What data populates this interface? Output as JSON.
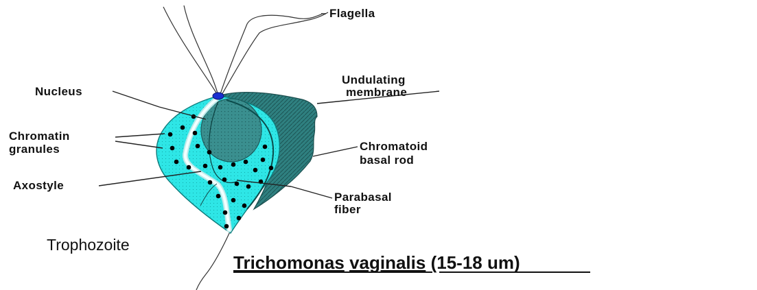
{
  "labels": {
    "flagella": "Flagella",
    "undulating_membrane_line1": "Undulating",
    "undulating_membrane_line2": "membrane",
    "nucleus": "Nucleus",
    "chromatin_line1": "Chromatin",
    "chromatin_line2": "granules",
    "chromatoid_line1": "Chromatoid",
    "chromatoid_line2": "basal rod",
    "axostyle": "Axostyle",
    "parabasal_line1": "Parabasal",
    "parabasal_line2": "fiber",
    "stage": "Trophozoite"
  },
  "title": {
    "genus": "Trichomonas",
    "species": "vaginalis",
    "size": "(15-18 um)"
  },
  "colors": {
    "body_fill": "#2ee6e6",
    "membrane_fill": "#2f8080",
    "nucleus_fill": "#3a8f8f",
    "granule": "#000000",
    "blepharoplast": "#1a2fd0",
    "axostyle_fill": "#e6ffff"
  }
}
